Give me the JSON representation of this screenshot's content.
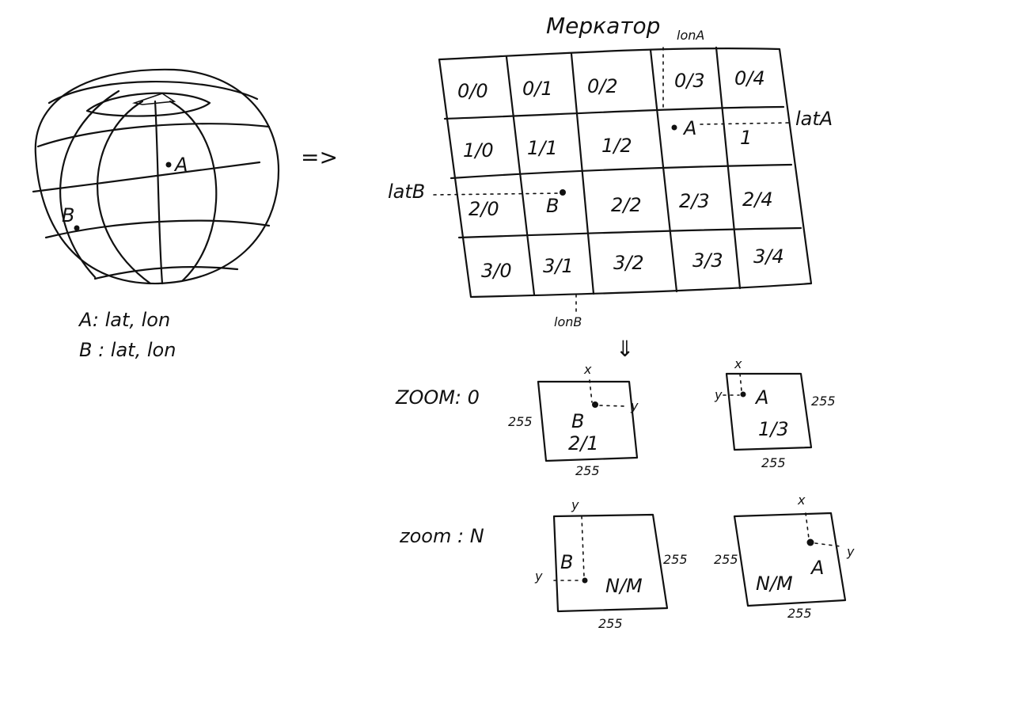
{
  "globe": {
    "point_a": "A",
    "point_b": "B",
    "legend_a": "A: lat, lon",
    "legend_b": "B : lat, lon"
  },
  "arrow_right": "=>",
  "mercator": {
    "title": "Меркатор",
    "lon_a": "lonA",
    "lat_a": "latA",
    "lat_b": "latB",
    "lon_b": "lonB",
    "grid": [
      [
        "0/0",
        "0/1",
        "0/2",
        "0/3",
        "0/4"
      ],
      [
        "1/0",
        "1/1",
        "1/2",
        "A",
        "1"
      ],
      [
        "2/0",
        "B",
        "2/2",
        "2/3",
        "2/4"
      ],
      [
        "3/0",
        "3/1",
        "3/2",
        "3/3",
        "3/4"
      ]
    ]
  },
  "arrow_down": "⇓",
  "zoom0": {
    "label": "ZOOM: 0",
    "tile_b": {
      "x": "x",
      "y": "y",
      "point": "B",
      "tile": "2/1",
      "size_side": "255",
      "size_bottom": "255"
    },
    "tile_a": {
      "x": "x",
      "y": "y",
      "point": "A",
      "tile": "1/3",
      "size_side": "255",
      "size_bottom": "255"
    }
  },
  "zoomN": {
    "label": "zoom : N",
    "tile_b": {
      "x": "y",
      "y": "y",
      "point": "B",
      "tile": "N/M",
      "size_side": "255",
      "size_bottom": "255"
    },
    "tile_a": {
      "x": "x",
      "y": "y",
      "point": "A",
      "tile": "N/M",
      "size_side": "255",
      "size_bottom": "255"
    }
  }
}
